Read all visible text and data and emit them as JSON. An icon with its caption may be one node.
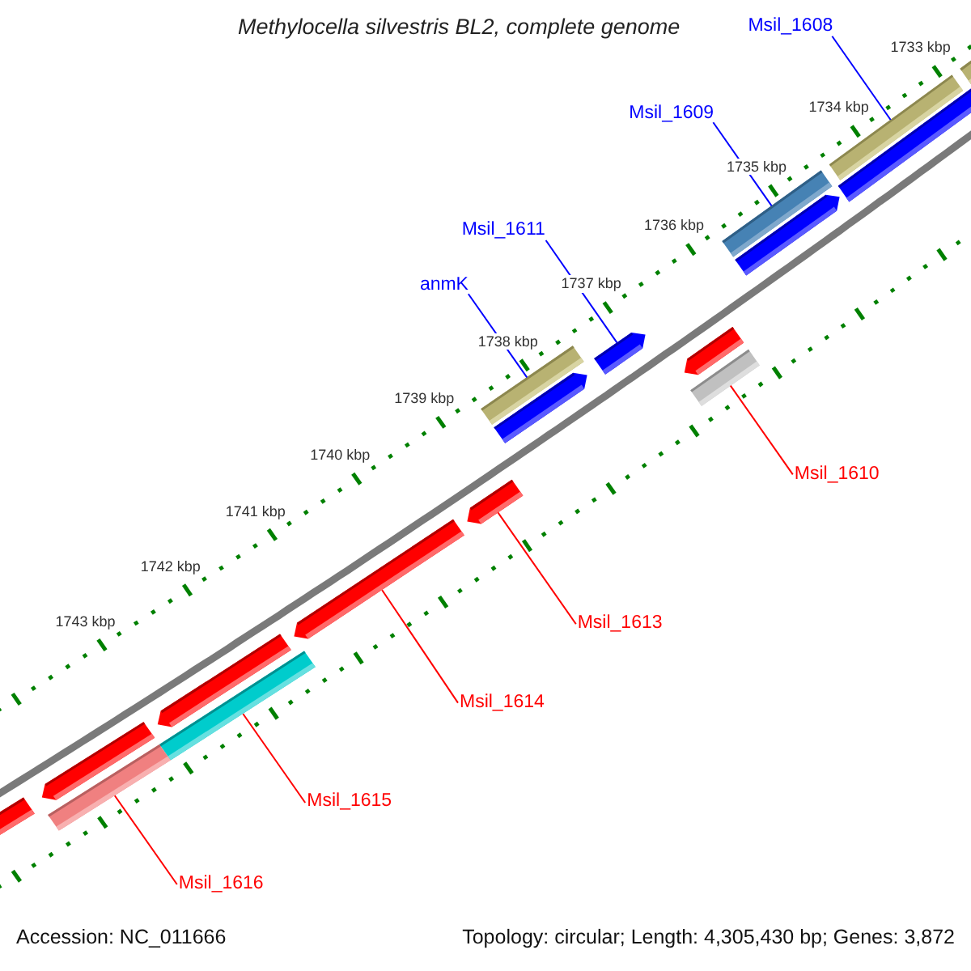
{
  "diagram": {
    "title": "Methylocella silvestris BL2, complete genome",
    "nodes": [
      {
        "text": [
          "Msil_1608"
        ]
      },
      {
        "text": [
          "Msil_1609"
        ]
      },
      {
        "text": [
          "Msil_1611"
        ]
      },
      {
        "text": [
          "anmK"
        ]
      },
      {
        "text": [
          "Msil_1610"
        ]
      },
      {
        "text": [
          "Msil_1613"
        ]
      },
      {
        "text": [
          "Msil_1614"
        ]
      },
      {
        "text": [
          "Msil_1615"
        ]
      },
      {
        "text": [
          "Msil_1616"
        ]
      },
      {
        "text": [],
        "shape": "bar"
      },
      {
        "text": [],
        "shape": "bar"
      },
      {
        "text": [],
        "shape": "arrow"
      },
      {
        "text": [],
        "shape": "bar"
      },
      {
        "text": [],
        "shape": "arrow"
      },
      {
        "text": [],
        "shape": "arrow"
      },
      {
        "text": [],
        "shape": "bar"
      },
      {
        "text": [],
        "shape": "arrow"
      },
      {
        "text": [],
        "shape": "bar"
      },
      {
        "text": [],
        "shape": "arrow"
      },
      {
        "text": [],
        "shape": "arrow"
      },
      {
        "text": [],
        "shape": "arrow"
      },
      {
        "text": [],
        "shape": "bar"
      },
      {
        "text": [],
        "shape": "arrow"
      },
      {
        "text": [],
        "shape": "bar"
      },
      {
        "text": [],
        "shape": "arrow"
      },
      {
        "text": [],
        "shape": "arrow"
      }
    ],
    "edges": [
      {
        "from": 0,
        "to": 10,
        "arrow": "none",
        "color": "#0000ff"
      },
      {
        "from": 1,
        "to": 12,
        "arrow": "none",
        "color": "#0000ff"
      },
      {
        "from": 2,
        "to": 16,
        "arrow": "none",
        "color": "#0000ff"
      },
      {
        "from": 3,
        "to": 17,
        "arrow": "none",
        "color": "#0000ff"
      },
      {
        "from": 4,
        "to": 15,
        "arrow": "none"
      },
      {
        "from": 5,
        "to": 19,
        "arrow": "none"
      },
      {
        "from": 6,
        "to": 20,
        "arrow": "none"
      },
      {
        "from": 7,
        "to": 21,
        "arrow": "none"
      },
      {
        "from": 8,
        "to": 23,
        "arrow": "none"
      }
    ],
    "labels": [
      "1733 kbp",
      "1734 kbp",
      "1735 kbp",
      "1736 kbp",
      "1737 kbp",
      "1738 kbp",
      "1739 kbp",
      "1740 kbp",
      "1741 kbp",
      "1742 kbp",
      "1743 kbp",
      "Accession: NC_011666",
      "Topology: circular; Length: 4,305,430 bp; Genes: 3,872"
    ]
  }
}
